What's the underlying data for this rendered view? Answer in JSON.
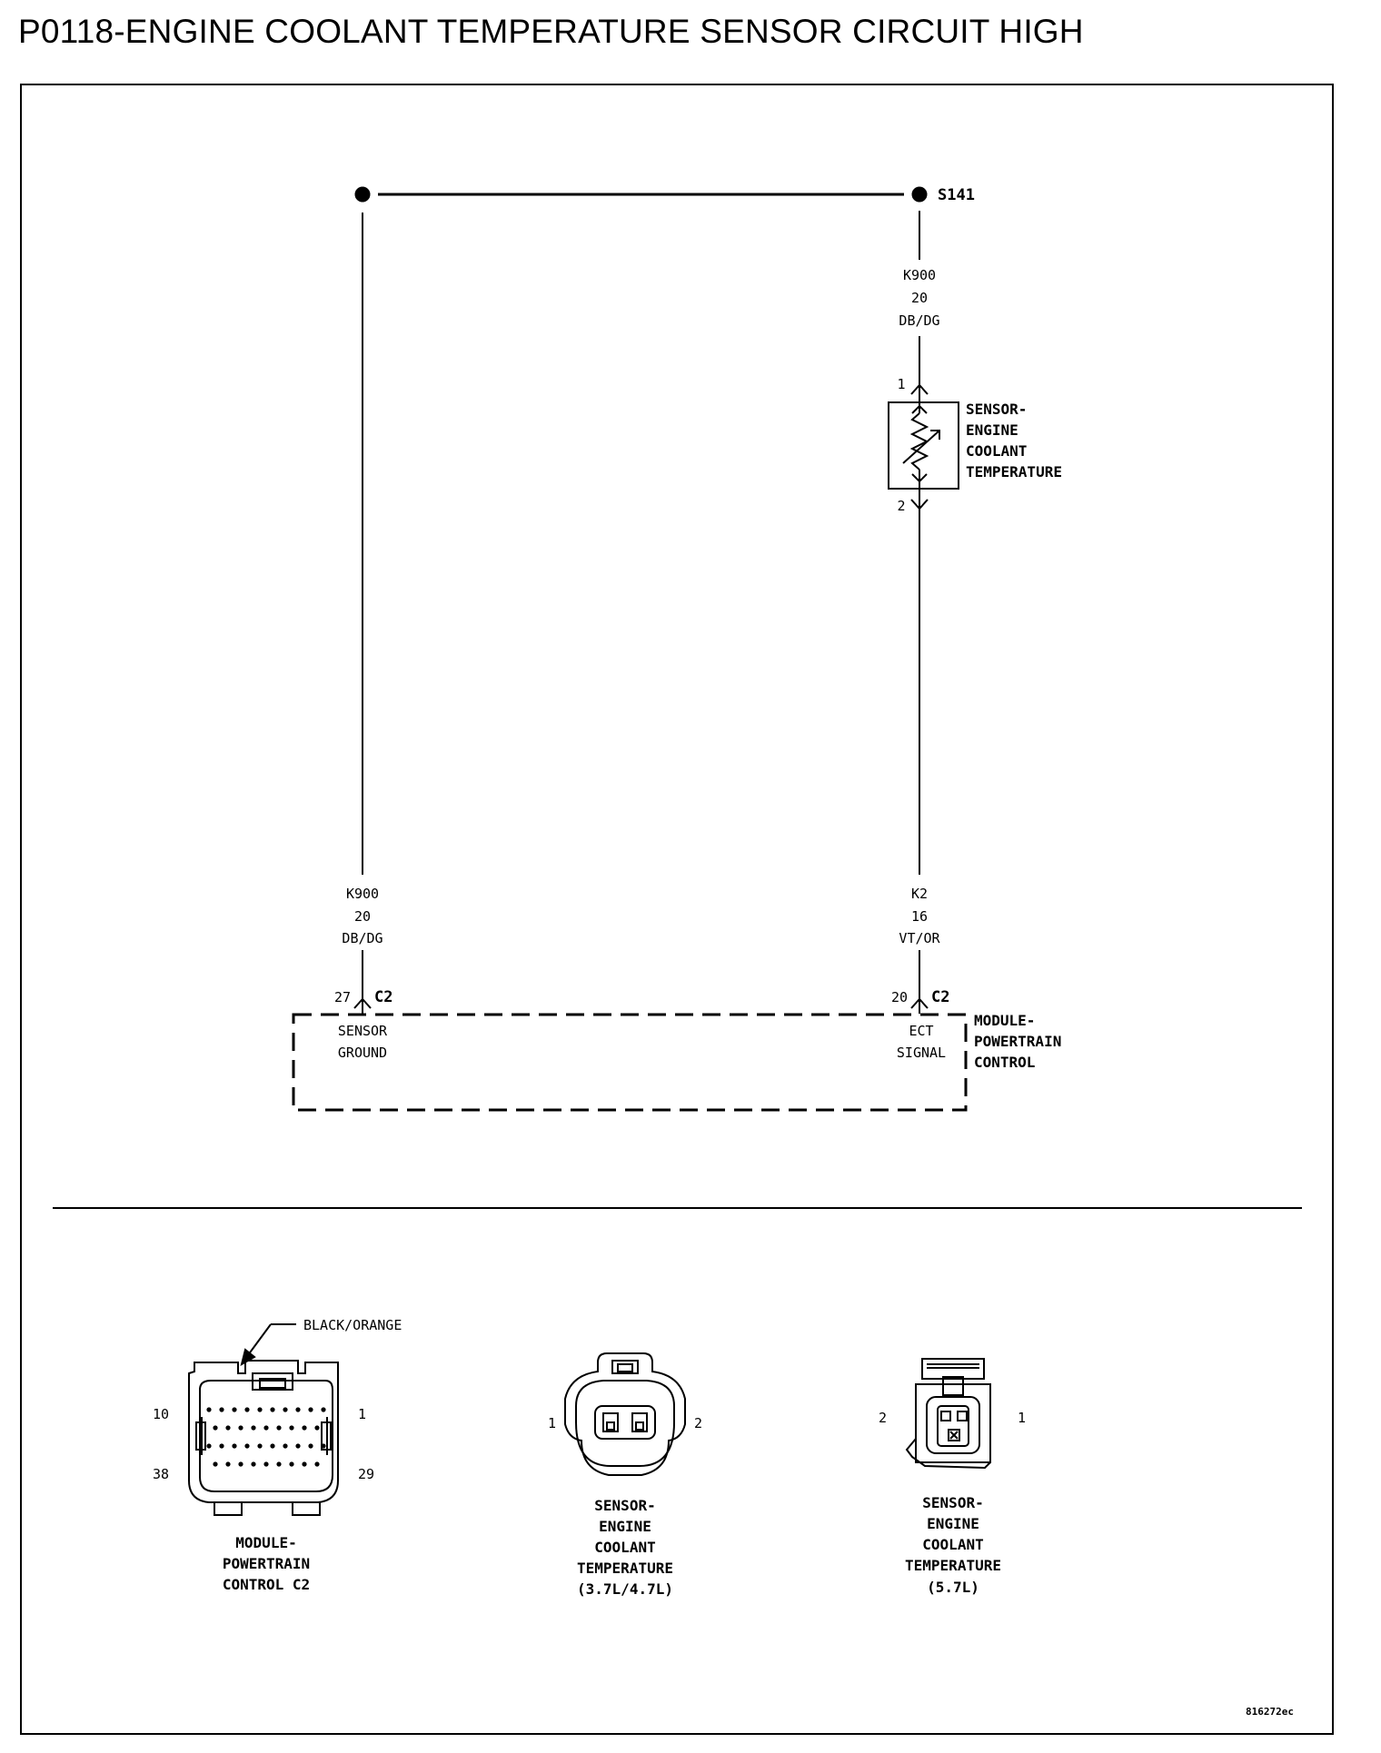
{
  "title": "P0118-ENGINE COOLANT TEMPERATURE SENSOR CIRCUIT HIGH",
  "splice": "S141",
  "wire_top_right": {
    "circuit": "K900",
    "gauge": "20",
    "color": "DB/DG"
  },
  "wire_left": {
    "circuit": "K900",
    "gauge": "20",
    "color": "DB/DG"
  },
  "wire_right": {
    "circuit": "K2",
    "gauge": "16",
    "color": "VT/OR"
  },
  "sensor": {
    "pin_top": "1",
    "pin_bottom": "2",
    "label": [
      "SENSOR-",
      "ENGINE",
      "COOLANT",
      "TEMPERATURE"
    ]
  },
  "module": {
    "label": [
      "MODULE-",
      "POWERTRAIN",
      "CONTROL"
    ],
    "left_pin": "27",
    "left_connector": "C2",
    "left_function": [
      "SENSOR",
      "GROUND"
    ],
    "right_pin": "20",
    "right_connector": "C2",
    "right_function": [
      "ECT",
      "SIGNAL"
    ]
  },
  "connectors": {
    "pcm": {
      "callout": "BLACK/ORANGE",
      "pins": {
        "top_left": "10",
        "top_right": "1",
        "bottom_left": "38",
        "bottom_right": "29"
      },
      "label": [
        "MODULE-",
        "POWERTRAIN",
        "CONTROL C2"
      ]
    },
    "ect_37": {
      "pins": {
        "left": "1",
        "right": "2"
      },
      "label": [
        "SENSOR-",
        "ENGINE",
        "COOLANT",
        "TEMPERATURE",
        "(3.7L/4.7L)"
      ]
    },
    "ect_57": {
      "pins": {
        "left": "2",
        "right": "1"
      },
      "label": [
        "SENSOR-",
        "ENGINE",
        "COOLANT",
        "TEMPERATURE",
        "(5.7L)"
      ]
    }
  },
  "footer_code": "816272ec"
}
